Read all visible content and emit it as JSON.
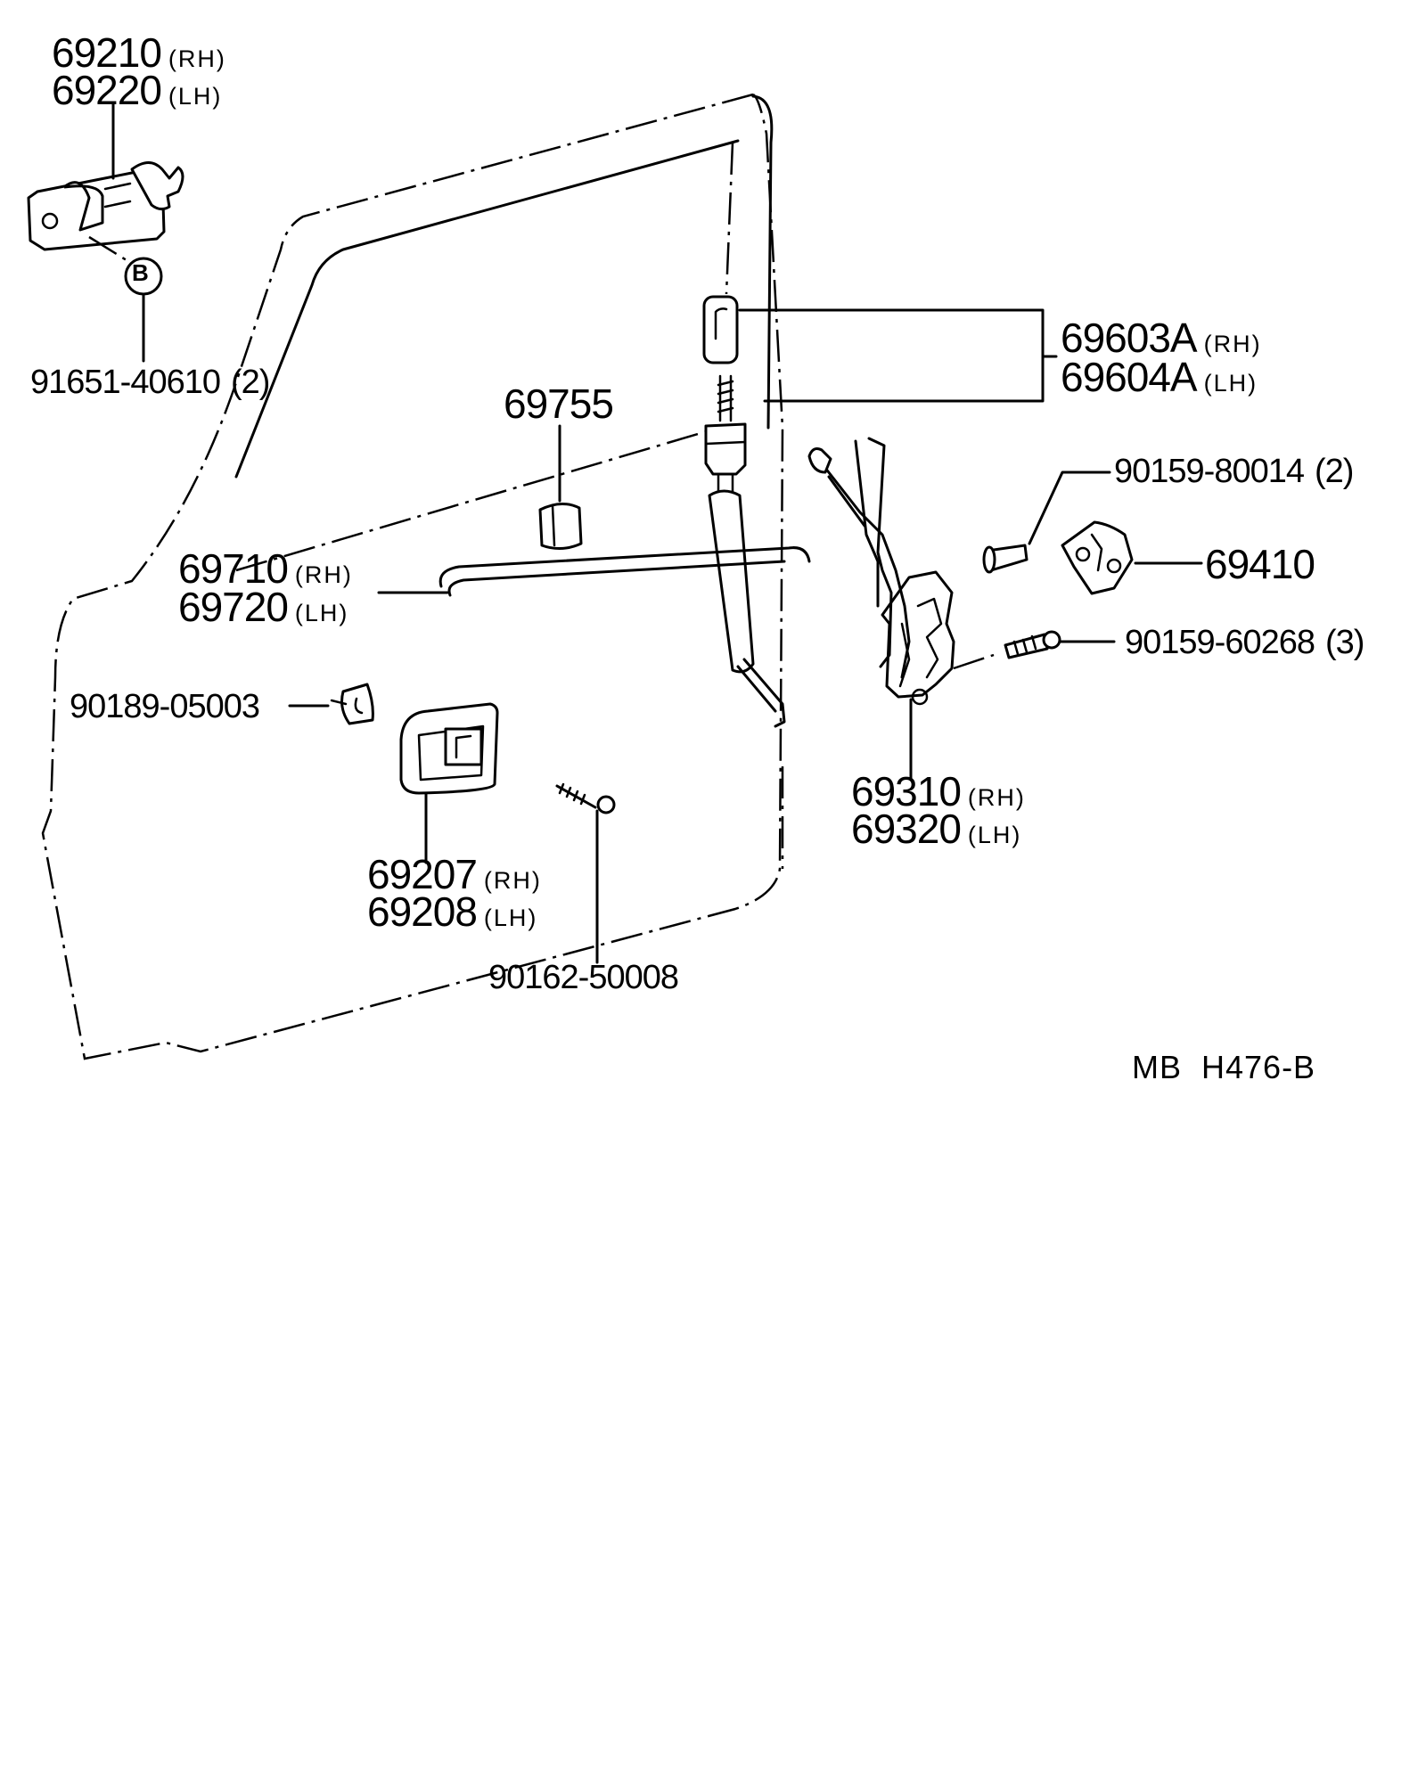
{
  "callouts": {
    "outside_handle": {
      "top": "69210",
      "top_side": "(RH)",
      "bottom": "69220",
      "bottom_side": "(LH)"
    },
    "ref_marker": "B",
    "screw_handle": {
      "number": "91651-40610",
      "qty": "(2)"
    },
    "rod_clip": {
      "number": "69755"
    },
    "lock_rod": {
      "top": "69710",
      "top_side": "(RH)",
      "bottom": "69720",
      "bottom_side": "(LH)"
    },
    "clip": {
      "number": "90189-05003"
    },
    "inside_handle": {
      "top": "69207",
      "top_side": "(RH)",
      "bottom": "69208",
      "bottom_side": "(LH)"
    },
    "screw_inside": {
      "number": "90162-50008"
    },
    "lock_knob": {
      "top": "69603A",
      "top_side": "(RH)",
      "bottom": "69604A",
      "bottom_side": "(LH)"
    },
    "screw_striker": {
      "number": "90159-80014",
      "qty": "(2)"
    },
    "striker": {
      "number": "69410"
    },
    "screw_lock": {
      "number": "90159-60268",
      "qty": "(3)"
    },
    "door_lock": {
      "top": "69310",
      "top_side": "(RH)",
      "bottom": "69320",
      "bottom_side": "(LH)"
    }
  },
  "figure_code": "MB  H476-B"
}
